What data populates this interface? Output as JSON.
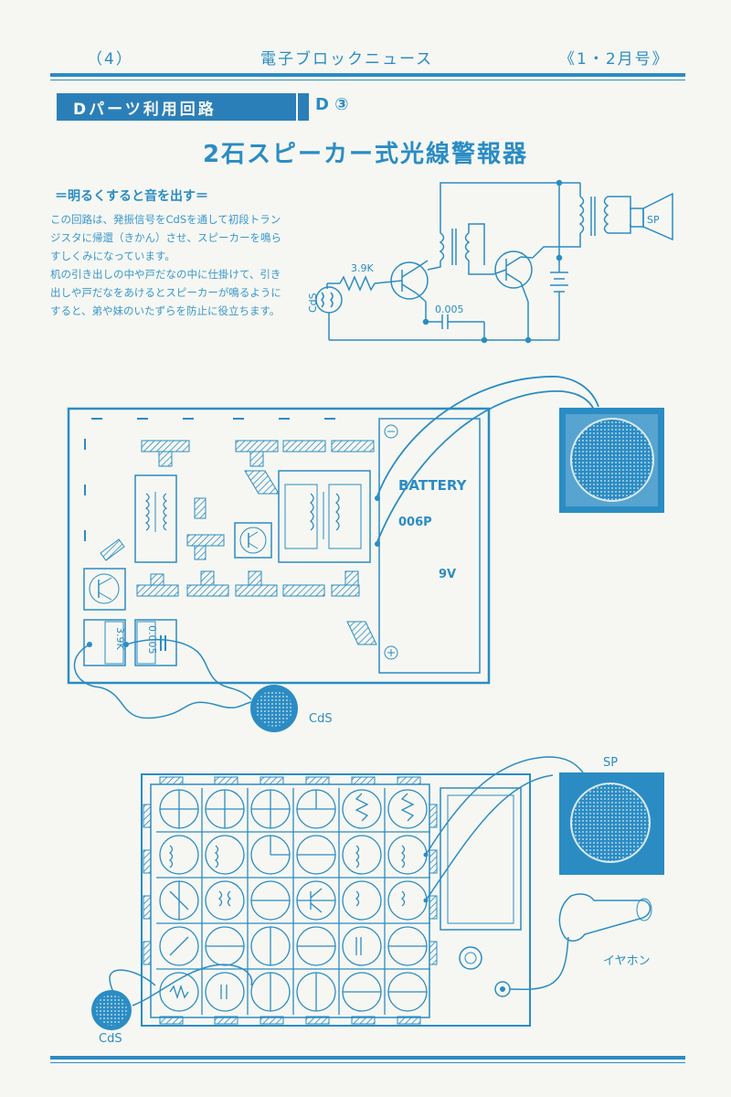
{
  "header": {
    "page_number": "（4）",
    "publication": "電子ブロックニュース",
    "issue": "《1・2月号》"
  },
  "section": {
    "banner": "Dパーツ利用回路",
    "code": "D ③"
  },
  "article": {
    "title": "2石スピーカー式光線警報器",
    "subtitle": "＝明るくすると音を出す＝",
    "paragraphs": [
      "この回路は、発振信号をCdSを通して初段トランジスタに帰還（きかん）させ、スピーカーを鳴らすしくみになっています。",
      "机の引き出しの中や戸だなの中に仕掛けて、引き出しや戸だなをあけるとスピーカーが鳴るようにすると、弟や妹のいたずらを防止に役立ちます。"
    ]
  },
  "schematic": {
    "resistor_label": "3.9K",
    "capacitor_label": "0.005",
    "cds_label": "CdS",
    "speaker_label": "SP"
  },
  "board1": {
    "battery_title": "BATTERY",
    "battery_model": "006P",
    "battery_voltage": "9V",
    "minus_symbol": "－",
    "plus_symbol": "＋",
    "resistor_block": "3.9K",
    "capacitor_block": "0.005",
    "cds_label": "CdS"
  },
  "board2": {
    "speaker_label": "SP",
    "earphone_label": "イヤホン",
    "cds_label": "CdS"
  },
  "colors": {
    "ink": "#2b8cc4",
    "paper": "#f6f7f2",
    "banner": "#2b7fb8"
  }
}
